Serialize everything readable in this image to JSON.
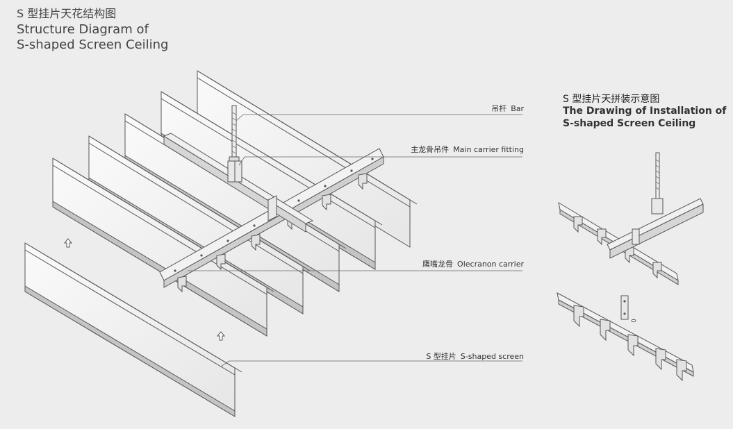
{
  "title": {
    "zh": "S 型挂片天花结构图",
    "en_line1": "Structure Diagram of",
    "en_line2": "S-shaped Screen Ceiling"
  },
  "install_title": {
    "zh": "S 型挂片天拼装示意图",
    "en_line1": "The Drawing of Installation of",
    "en_line2": "S-shaped Screen Ceiling"
  },
  "labels": {
    "bar": {
      "zh": "吊杆",
      "en": "Bar"
    },
    "main_carrier": {
      "zh": "主龙骨吊件",
      "en": "Main carrier fitting"
    },
    "olecranon": {
      "zh": "鹰嘴龙骨",
      "en": "Olecranon carrier"
    },
    "screen": {
      "zh": "S 型挂片",
      "en": "S-shaped screen"
    }
  },
  "colors": {
    "background": "#ededed",
    "line": "#555555",
    "fill_light": "#f4f4f4",
    "fill_mid": "#d9d9d9",
    "fill_dark": "#bdbdbd"
  }
}
